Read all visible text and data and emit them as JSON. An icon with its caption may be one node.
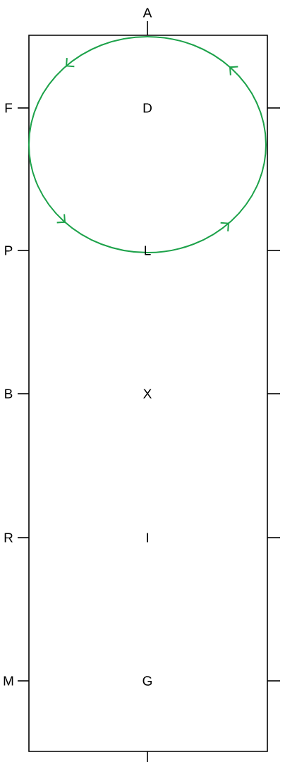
{
  "diagram": {
    "labels": [
      "A",
      "F",
      "D",
      "P",
      "L",
      "B",
      "X",
      "R",
      "I",
      "M",
      "G"
    ]
  }
}
